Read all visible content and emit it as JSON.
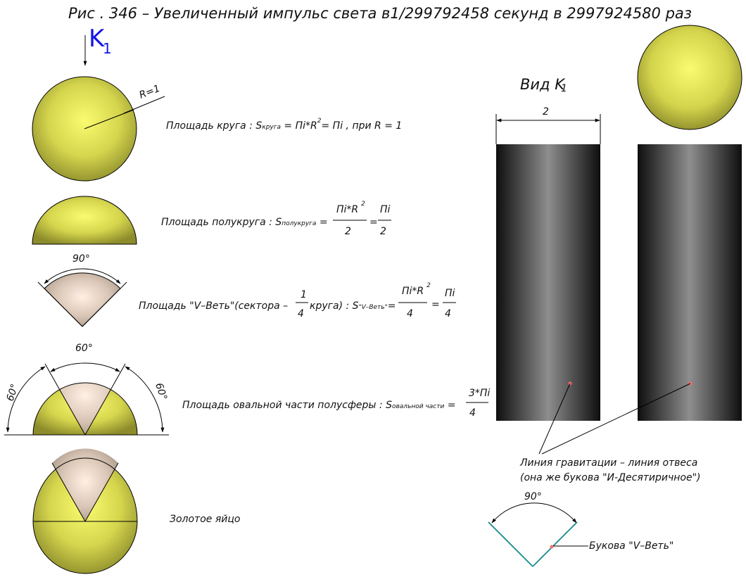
{
  "title": "Рис . 346 – Увеличенный импульс света в1/299792458 секунд в 2997924580 раз",
  "k1": {
    "letter": "K",
    "sub": "1"
  },
  "circle": {
    "radius_label": "R=1",
    "text_prefix": "Площадь круга : S",
    "text_sub": "круга",
    "text_mid": " = Пi*R",
    "text_exp": "2",
    "text_suffix": "= Пi  ,   при R = 1"
  },
  "semicircle": {
    "text_prefix": "Площадь полукруга : S",
    "text_sub": "полукруга",
    "text_eq": " =",
    "num": "Пi*R",
    "num_exp": "2",
    "den": "2",
    "eq2": "=",
    "num2": "Пi",
    "den2": "2"
  },
  "sector": {
    "angle": "90°",
    "text_prefix": "Площадь  \"V–Веть\"(сектора –",
    "frac_num": "1",
    "frac_den": "4",
    "text_mid": "круга) : S",
    "text_sub": "\"V–Веть\"",
    "eq": "=",
    "num": "Пi*R",
    "num_exp": "2",
    "den": "4",
    "eq2": "=",
    "num2": "Пi",
    "den2": "4"
  },
  "oval": {
    "angle_top": "60°",
    "angle_left": "60°",
    "angle_right": "60°",
    "text_prefix": "Площадь овальной части полусферы : S",
    "text_sub": "овальной части",
    "eq": " =",
    "num": "3*Пi",
    "den": "4"
  },
  "egg": {
    "label": "Золотое яйцо"
  },
  "view": {
    "label": "Вид K",
    "label_sub": "1",
    "dim": "2"
  },
  "gravity": {
    "line1": "Линия гравитации – линия отвеса",
    "line2": "(она же букова \"И-Десятиричное\")"
  },
  "vvet": {
    "angle": "90°",
    "label": "Букова  \"V–Веть\""
  },
  "colors": {
    "sphere_center": "#fbfb70",
    "sphere_edge": "#8c8c2c",
    "sector_center": "#fff0e4",
    "sector_edge": "#a89888",
    "cylinder_center": "#8e8e8e",
    "cylinder_edge": "#0e0e0e",
    "dot": "#ff6a6a",
    "title_blue": "#1414e6",
    "teal": "#1a8a8a"
  }
}
